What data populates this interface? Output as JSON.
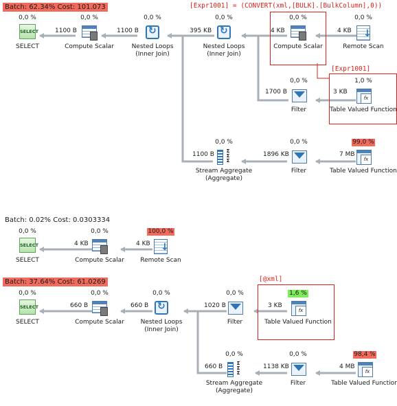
{
  "arrow_color": "#a8afb7",
  "highlight_color": "#d9211b",
  "plans": [
    {
      "batch_label": "Batch: 62.34% Cost: 101.073",
      "annotations": [
        {
          "text": "[Expr1001] = (CONVERT(xml,[BULK].[BulkColumn],0))"
        },
        {
          "text": "[Expr1001]"
        }
      ],
      "nodes": [
        {
          "id": "p1-select",
          "pct": "0,0 %",
          "name": "SELECT",
          "icon": "select-icon"
        },
        {
          "id": "p1-compute",
          "pct": "0,0 %",
          "name": "Compute Scalar",
          "icon": "compute-scalar-icon"
        },
        {
          "id": "p1-nl1",
          "pct": "0,0 %",
          "name": "Nested Loops\n(Inner Join)",
          "icon": "nested-loops-icon"
        },
        {
          "id": "p1-nl2",
          "pct": "0,0 %",
          "name": "Nested Loops\n(Inner Join)",
          "icon": "nested-loops-icon"
        },
        {
          "id": "p1-compute2",
          "pct": "0,0 %",
          "name": "Compute Scalar",
          "icon": "compute-scalar-icon"
        },
        {
          "id": "p1-remote",
          "pct": "0,0 %",
          "name": "Remote Scan",
          "icon": "remote-scan-icon"
        },
        {
          "id": "p1-filter1",
          "pct": "0,0 %",
          "name": "Filter",
          "icon": "filter-icon"
        },
        {
          "id": "p1-tvf1",
          "pct": "1,0 %",
          "name": "Table Valued Function",
          "icon": "table-valued-function-icon"
        },
        {
          "id": "p1-agg",
          "pct": "0,0 %",
          "name": "Stream Aggregate\n(Aggregate)",
          "icon": "stream-aggregate-icon"
        },
        {
          "id": "p1-filter2",
          "pct": "0,0 %",
          "name": "Filter",
          "icon": "filter-icon"
        },
        {
          "id": "p1-tvf2",
          "pct": "99,0 %",
          "name": "Table Valued Function",
          "icon": "table-valued-function-icon",
          "highlight": "red"
        }
      ],
      "edges": [
        {
          "label": "1100 B"
        },
        {
          "label": "1100 B"
        },
        {
          "label": "395 KB"
        },
        {
          "label": "4 KB"
        },
        {
          "label": "4 KB"
        },
        {
          "label": "1700 B"
        },
        {
          "label": "3 KB"
        },
        {
          "label": "1100 B"
        },
        {
          "label": "1896 KB"
        },
        {
          "label": "7 MB"
        }
      ]
    },
    {
      "batch_label": "Batch: 0.02% Cost: 0.0303334",
      "nodes": [
        {
          "id": "p2-select",
          "pct": "0,0 %",
          "name": "SELECT",
          "icon": "select-icon"
        },
        {
          "id": "p2-compute",
          "pct": "0,0 %",
          "name": "Compute Scalar",
          "icon": "compute-scalar-icon"
        },
        {
          "id": "p2-remote",
          "pct": "100,0 %",
          "name": "Remote Scan",
          "icon": "remote-scan-icon",
          "highlight": "red"
        }
      ],
      "edges": [
        {
          "label": "4 KB"
        },
        {
          "label": "4 KB"
        }
      ]
    },
    {
      "batch_label": "Batch: 37.64% Cost: 61.0269",
      "annotations": [
        {
          "text": "[@xml]"
        }
      ],
      "nodes": [
        {
          "id": "p3-select",
          "pct": "0,0 %",
          "name": "SELECT",
          "icon": "select-icon"
        },
        {
          "id": "p3-compute",
          "pct": "0,0 %",
          "name": "Compute Scalar",
          "icon": "compute-scalar-icon"
        },
        {
          "id": "p3-nl",
          "pct": "0,0 %",
          "name": "Nested Loops\n(Inner Join)",
          "icon": "nested-loops-icon"
        },
        {
          "id": "p3-filter1",
          "pct": "0,0 %",
          "name": "Filter",
          "icon": "filter-icon"
        },
        {
          "id": "p3-tvf1",
          "pct": "1,6 %",
          "name": "Table Valued Function",
          "icon": "table-valued-function-icon",
          "highlight": "green"
        },
        {
          "id": "p3-agg",
          "pct": "0,0 %",
          "name": "Stream Aggregate\n(Aggregate)",
          "icon": "stream-aggregate-icon"
        },
        {
          "id": "p3-filter2",
          "pct": "0,0 %",
          "name": "Filter",
          "icon": "filter-icon"
        },
        {
          "id": "p3-tvf2",
          "pct": "98,4 %",
          "name": "Table Valued Function",
          "icon": "table-valued-function-icon",
          "highlight": "red"
        }
      ],
      "edges": [
        {
          "label": "660 B"
        },
        {
          "label": "660 B"
        },
        {
          "label": "1020 B"
        },
        {
          "label": "3 KB"
        },
        {
          "label": "660 B"
        },
        {
          "label": "1138 KB"
        },
        {
          "label": "4 MB"
        }
      ]
    }
  ],
  "select_glyph_text": "SELECT",
  "fx_glyph_text": "fx",
  "sigma_glyph_text": "Σ"
}
